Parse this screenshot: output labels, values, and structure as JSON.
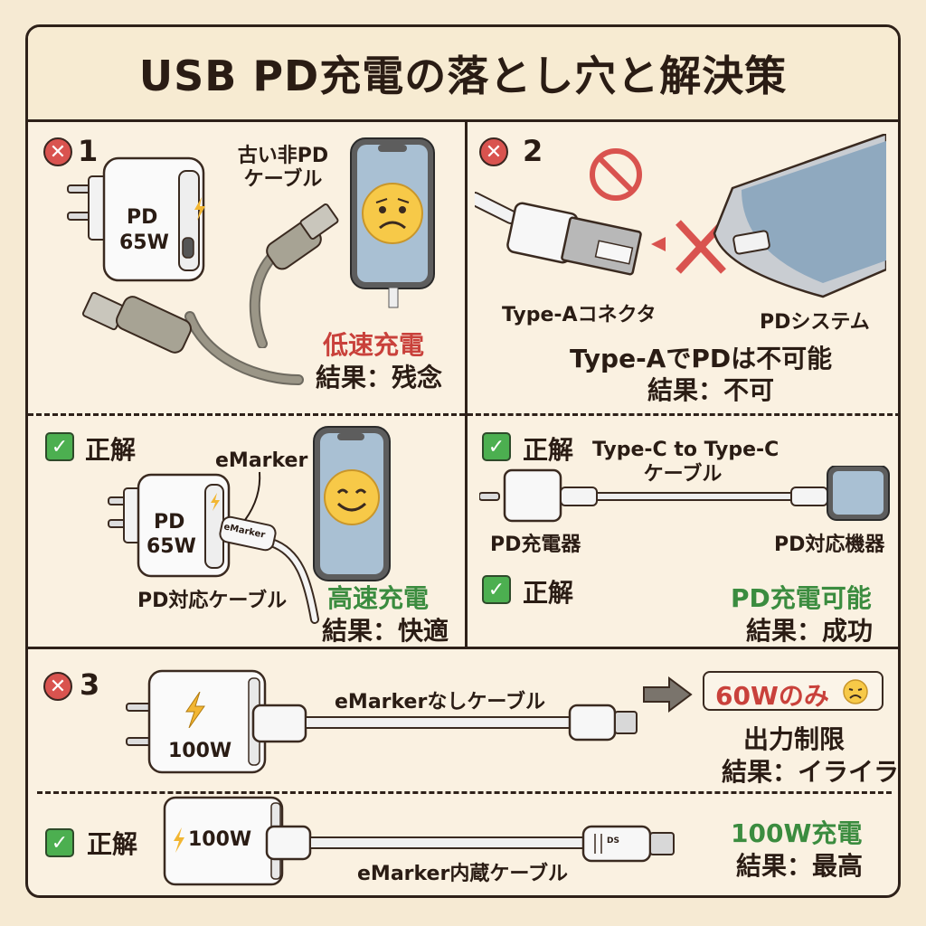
{
  "title": "USB PD充電の落とし穴と解決策",
  "colors": {
    "background": "#f6ead3",
    "panel": "#faf1e1",
    "border": "#2e2119",
    "error_red": "#d9534f",
    "ok_green": "#4caf50",
    "result_red": "#c9413b",
    "result_green": "#3b8c3f",
    "bolt_yellow": "#f2b632",
    "emoji_yellow": "#f7c948",
    "screen_blue": "#9fb8cc"
  },
  "icons": {
    "error": "x-circle-icon",
    "correct": "check-box-icon",
    "prohibited": "prohibited-icon",
    "arrow": "arrow-right-icon",
    "bolt": "lightning-bolt-icon",
    "sad": "sad-face-icon",
    "happy": "smile-face-icon",
    "frown": "frown-face-icon"
  },
  "panel1": {
    "number": "1",
    "charger_label": "PD",
    "charger_watt": "65W",
    "cable_label": "古い非PD\nケーブル",
    "cable_label_l1": "古い非PD",
    "cable_label_l2": "ケーブル",
    "result_headline": "低速充電",
    "result": "結果：残念",
    "fix_label": "正解",
    "fix_charger_label": "PD",
    "fix_charger_watt": "65W",
    "emarker_callout": "eMarker",
    "emarker_plug_text": "eMarker",
    "fix_cable_label": "PD対応ケーブル",
    "fix_headline": "高速充電",
    "fix_result": "結果：快適"
  },
  "panel2": {
    "number": "2",
    "connector_label": "Type-Aコネクタ",
    "system_label": "PDシステム",
    "headline": "Type-AでPDは不可能",
    "result": "結果：不可",
    "fix_label": "正解",
    "cable_label_l1": "Type-C to Type-C",
    "cable_label_l2": "ケーブル",
    "charger_label": "PD充電器",
    "device_label": "PD対応機器",
    "fix_label_2": "正解",
    "fix_headline": "PD充電可能",
    "fix_result": "結果：成功"
  },
  "panel3": {
    "number": "3",
    "charger_watt": "100W",
    "cable_label": "eMarkerなしケーブル",
    "limit_badge": "60Wのみ",
    "headline": "出力制限",
    "result": "結果：イライラ",
    "fix_label": "正解",
    "fix_charger_watt": "100W",
    "fix_cable_label": "eMarker内蔵ケーブル",
    "fix_plug_text": "DS",
    "fix_headline": "100W充電",
    "fix_result": "結果：最高"
  }
}
